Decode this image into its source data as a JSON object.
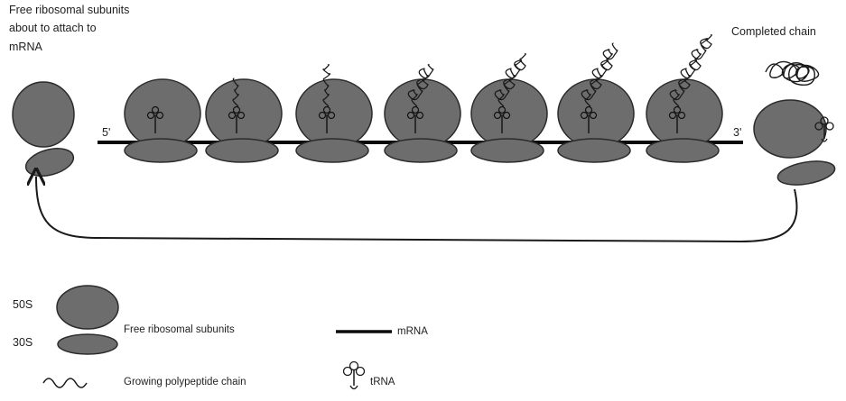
{
  "labels": {
    "free_subunits_line1": "Free ribosomal subunits",
    "free_subunits_line2": "about to attach to",
    "free_subunits_line3": "mRNA",
    "completed_chain": "Completed chain",
    "five_prime": "5'",
    "three_prime": "3'"
  },
  "legend": {
    "large_subunit": "50S",
    "small_subunit": "30S",
    "subunits_text": "Free ribosomal subunits",
    "mrna_text": "mRNA",
    "polypeptide_text": "Growing polypeptide chain",
    "trna_text": "tRNA"
  },
  "colors": {
    "ribosome_fill": "#6d6d6d",
    "ribosome_stroke": "#2b2b2b",
    "mrna_line": "#0a0a0a",
    "background": "#ffffff"
  }
}
